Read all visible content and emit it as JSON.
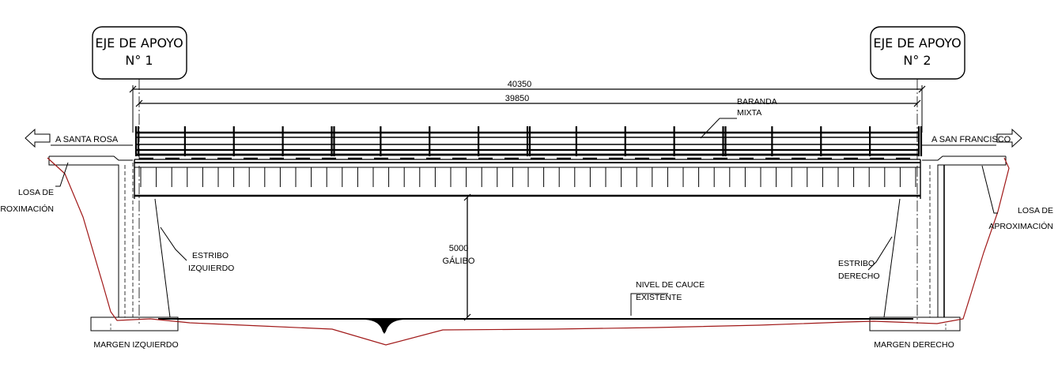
{
  "supports": {
    "left": {
      "line1": "EJE DE APOYO",
      "line2": "N° 1"
    },
    "right": {
      "line1": "EJE DE APOYO",
      "line2": "N° 2"
    }
  },
  "dimensions": {
    "overall": "40350",
    "span": "39850",
    "clearance_value": "5000",
    "clearance_label": "GÁLIBO"
  },
  "directions": {
    "left": "A SANTA ROSA",
    "right": "A SAN FRANCISCO"
  },
  "labels": {
    "railing_line1": "BARANDA",
    "railing_line2": "MIXTA",
    "approach_left_line1": "LOSA DE",
    "approach_left_line2": "APROXIMACIÓN",
    "approach_right_line1": "LOSA DE",
    "approach_right_line2": "APROXIMACIÓN",
    "abutment_left_line1": "ESTRIBO",
    "abutment_left_line2": "IZQUIERDO",
    "abutment_right_line1": "ESTRIBO",
    "abutment_right_line2": "DERECHO",
    "bed_line1": "NIVEL DE CAUCE",
    "bed_line2": "EXISTENTE",
    "bank_left": "MARGEN IZQUIERDO",
    "bank_right": "MARGEN DERECHO"
  },
  "colors": {
    "lines": "#000000",
    "terrain": "#a01818",
    "background": "#ffffff"
  }
}
